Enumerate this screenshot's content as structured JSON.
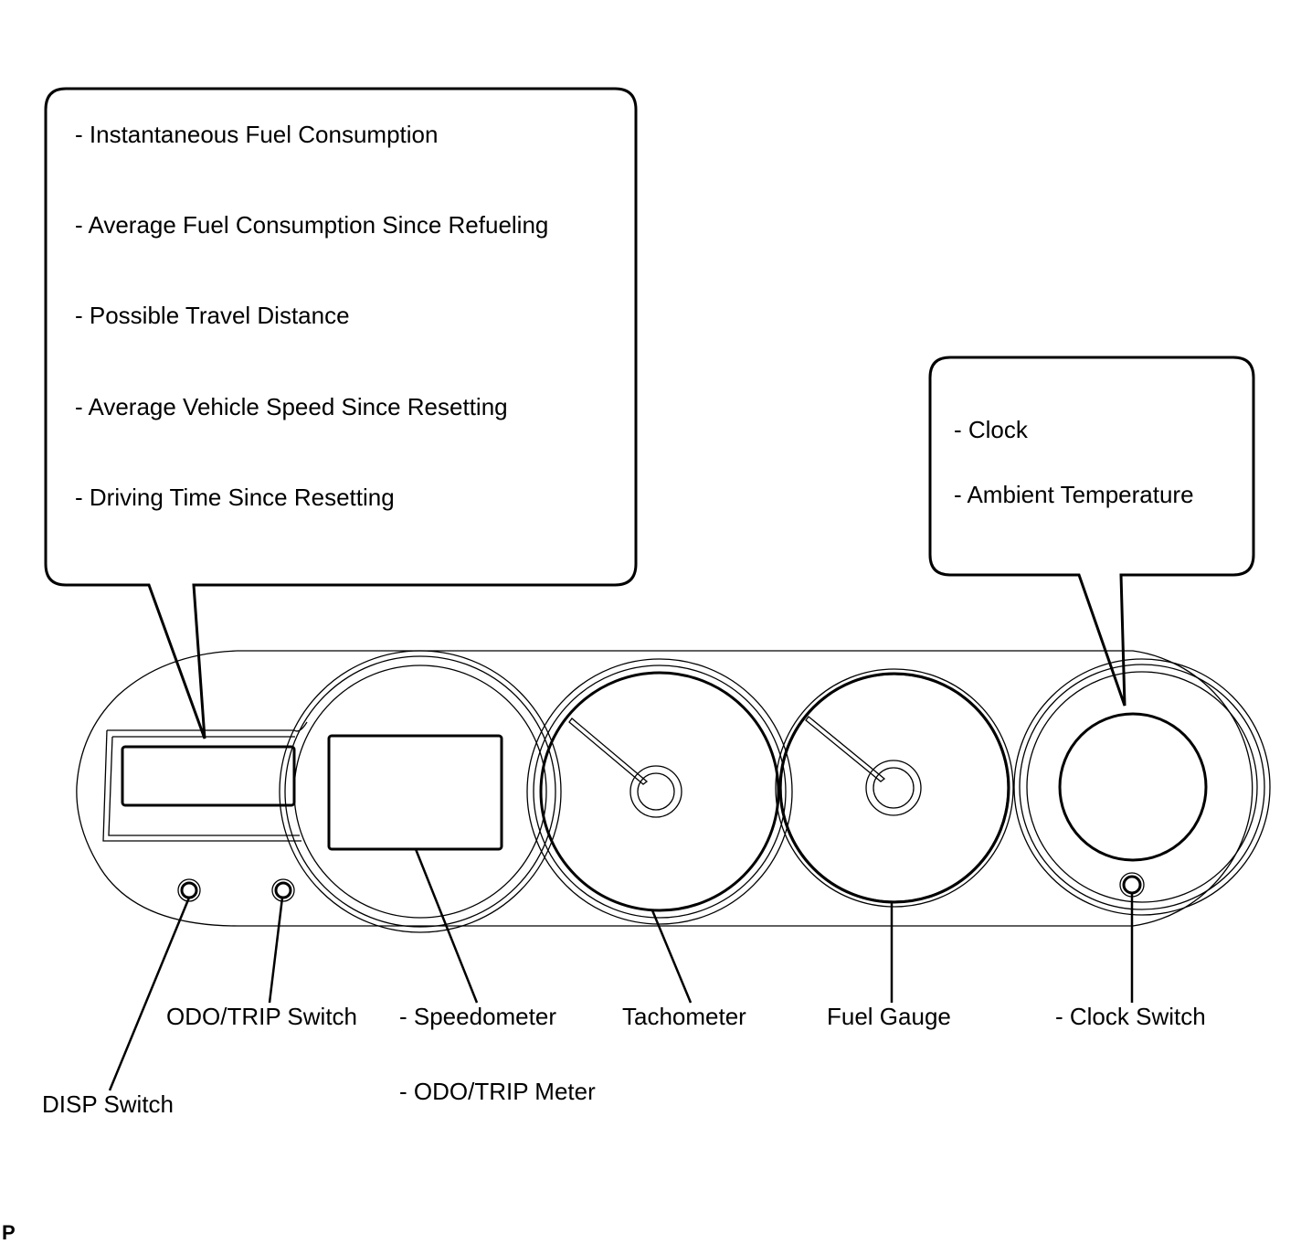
{
  "display_callout": {
    "items": [
      "- Instantaneous Fuel Consumption",
      "- Average Fuel Consumption Since Refueling",
      "- Possible Travel Distance",
      "- Average Vehicle Speed Since Resetting",
      "- Driving Time Since Resetting"
    ]
  },
  "clock_callout": {
    "items": [
      "- Clock",
      "- Ambient Temperature"
    ]
  },
  "labels": {
    "disp_switch": "DISP Switch",
    "odo_trip_switch": "ODO/TRIP Switch",
    "speedometer": "- Speedometer",
    "odo_trip_meter": "- ODO/TRIP Meter",
    "tachometer": "Tachometer",
    "fuel_gauge": "Fuel Gauge",
    "clock_switch": "- Clock Switch"
  },
  "corner_mark": "P",
  "colors": {
    "line": "#000000",
    "background": "#ffffff"
  }
}
